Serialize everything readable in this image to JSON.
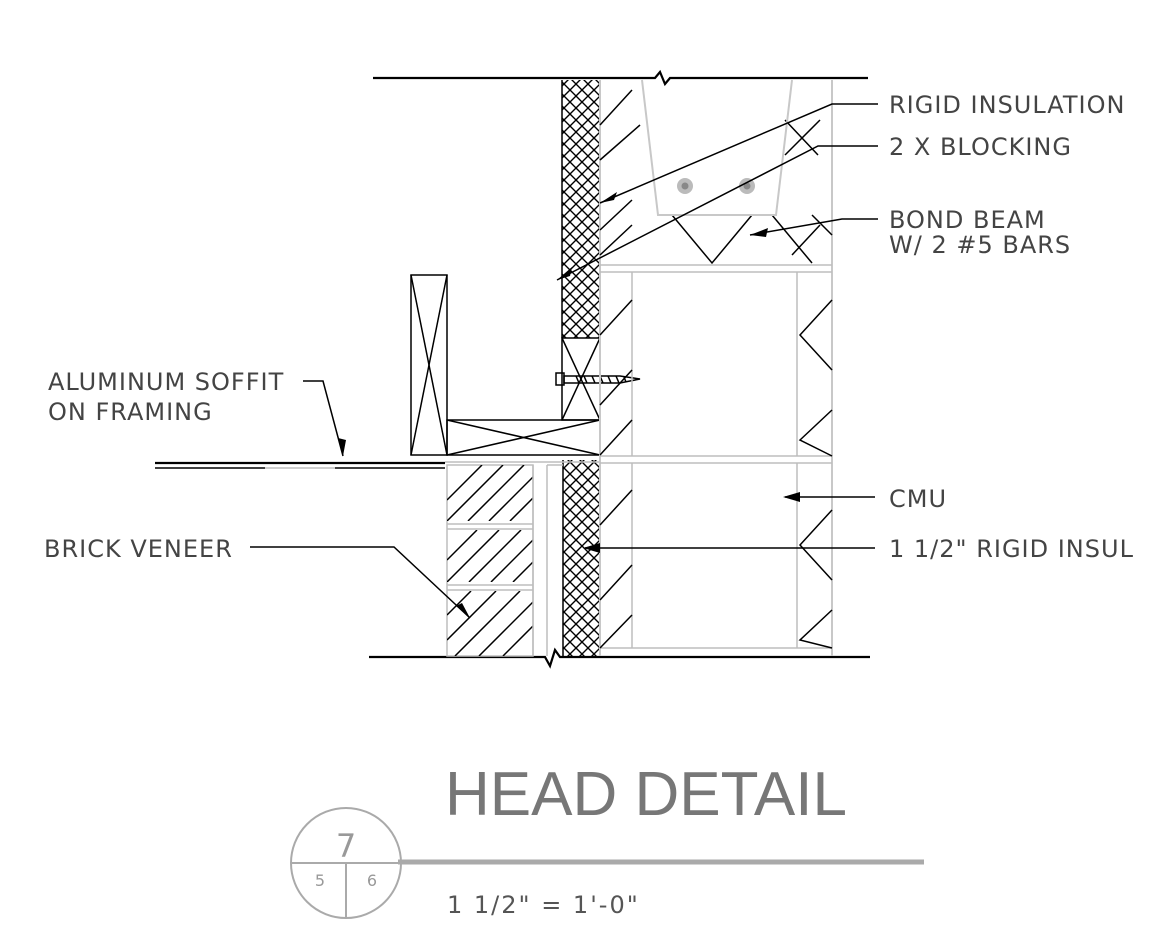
{
  "labels": {
    "rigid_insulation": "RIGID INSULATION",
    "blocking": "2 X BLOCKING",
    "bond_beam_1": "BOND BEAM",
    "bond_beam_2": "W/ 2 #5 BARS",
    "soffit_1": "ALUMINUM SOFFIT",
    "soffit_2": "ON FRAMING",
    "brick": "BRICK VENEER",
    "cmu": "CMU",
    "rigid_insul": "1 1/2\" RIGID INSUL"
  },
  "title": "HEAD DETAIL",
  "scale": "1 1/2\" = 1'-0\"",
  "bubble": {
    "detail": "7",
    "sheet_left": "5",
    "sheet_right": "6"
  },
  "colors": {
    "linework": "#000000",
    "light_linework": "#c8c8c8",
    "title_text": "#777777"
  }
}
